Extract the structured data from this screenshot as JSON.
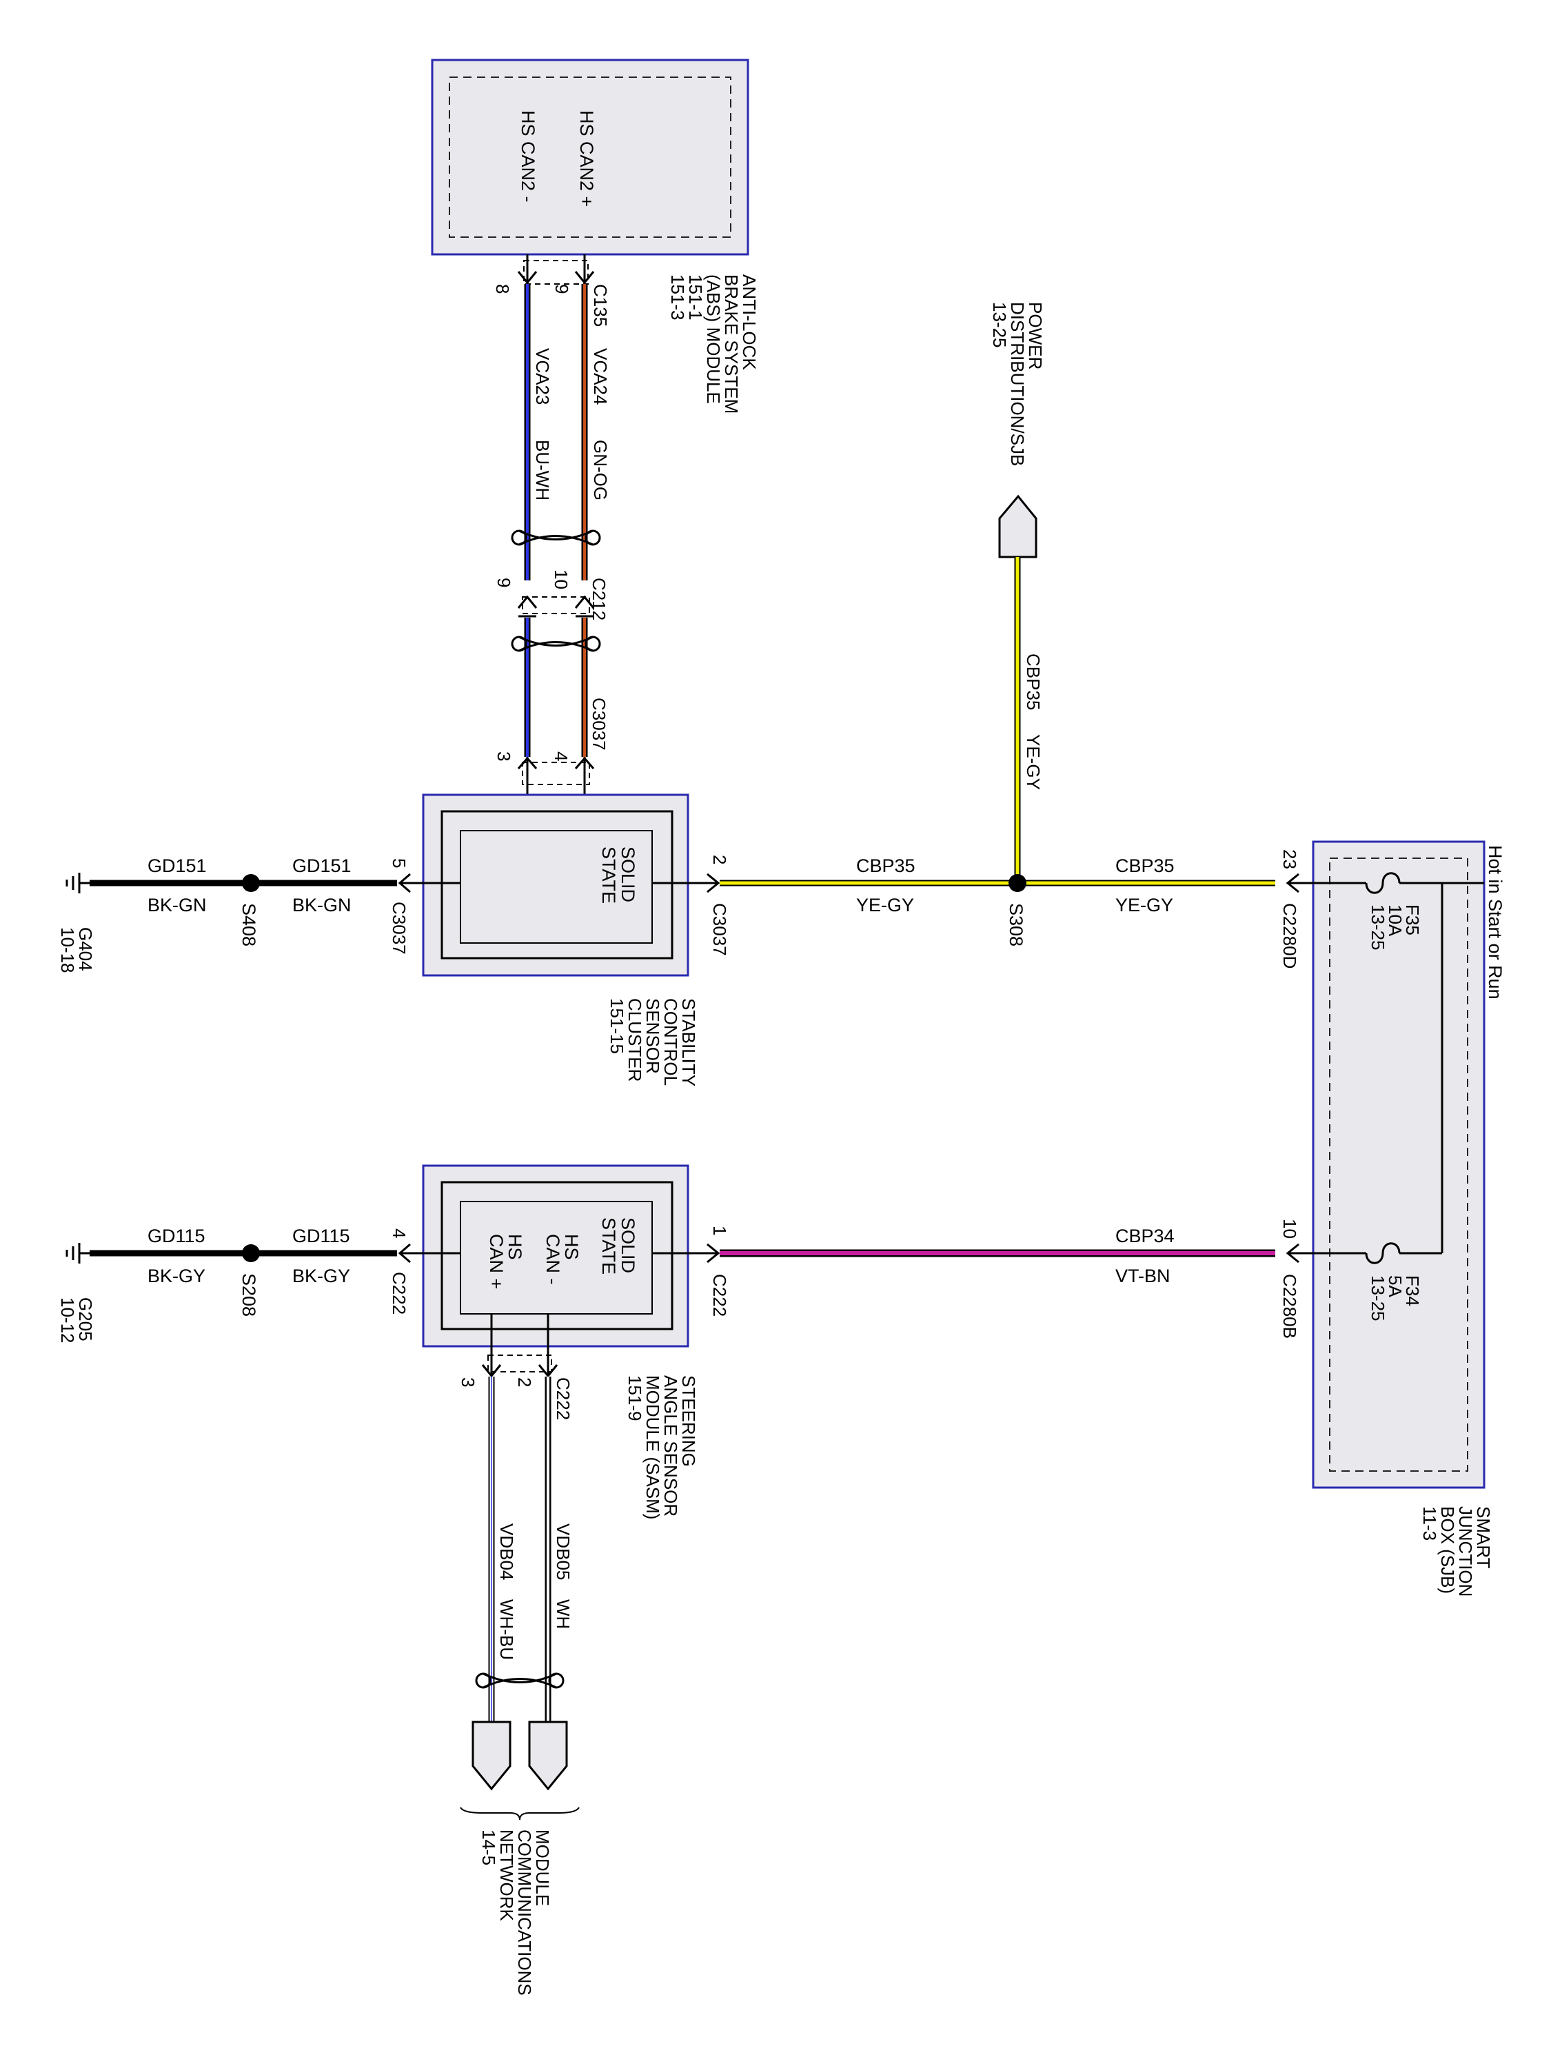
{
  "abs_module": {
    "pin_can_minus": "HS CAN2 -",
    "pin_can_plus": "HS CAN2 +",
    "connector": "C135",
    "pin8": "8",
    "pin9": "9",
    "title": [
      "ANTI-LOCK",
      "BRAKE SYSTEM",
      "(ABS) MODULE",
      "151-1",
      "151-3"
    ]
  },
  "can_wires_top": {
    "plus_circuit": "VCA24",
    "plus_color": "GN-OG",
    "minus_circuit": "VCA23",
    "minus_color": "BU-WH",
    "c212": "C212",
    "c212_pin10": "10",
    "c212_pin9": "9",
    "c3037": "C3037",
    "c3037_pin4": "4",
    "c3037_pin3": "3"
  },
  "power_distribution": {
    "title": [
      "POWER",
      "DISTRIBUTION/SJB",
      "13-25"
    ],
    "circuit": "CBP35",
    "color": "YE-GY"
  },
  "stability_cluster": {
    "inner": [
      "SOLID",
      "STATE"
    ],
    "title": [
      "STABILITY",
      "CONTROL",
      "SENSOR",
      "CLUSTER",
      "151-15"
    ],
    "right_conn": "C3037",
    "right_pin": "2",
    "left_conn": "C3037",
    "left_pin": "5"
  },
  "splice_s308": {
    "label": "S308",
    "left_circuit": "CBP35",
    "left_color": "YE-GY",
    "right_circuit": "CBP35",
    "right_color": "YE-GY"
  },
  "ground_top": {
    "circuit1": "GD151",
    "color1": "BK-GN",
    "splice": "S408",
    "circuit2": "GD151",
    "color2": "BK-GN",
    "ground": "G404",
    "ref": "10-18"
  },
  "sjb": {
    "hot_label": "Hot in Start or Run",
    "fuse1_name": "F35",
    "fuse1_rating": "10A",
    "fuse1_ref": "13-25",
    "fuse2_name": "F34",
    "fuse2_rating": "5A",
    "fuse2_ref": "13-25",
    "conn_top": "C2280D",
    "conn_top_pin": "23",
    "conn_bottom": "C2280B",
    "conn_bottom_pin": "10",
    "title": [
      "SMART",
      "JUNCTION",
      "BOX (SJB)",
      "11-3"
    ]
  },
  "sasm": {
    "inner_right": [
      "SOLID",
      "STATE"
    ],
    "inner_mid": [
      "HS",
      "CAN -"
    ],
    "inner_left": [
      "HS",
      "CAN +"
    ],
    "title": [
      "STEERING",
      "ANGLE SENSOR",
      "MODULE (SASM)",
      "151-9"
    ],
    "right_conn": "C222",
    "right_pin": "1",
    "left_conn": "C222",
    "left_pin": "4",
    "bottom_conn": "C222",
    "bottom_pin2": "2",
    "bottom_pin3": "3"
  },
  "feed_bottom": {
    "circuit": "CBP34",
    "color": "VT-BN"
  },
  "ground_bottom": {
    "circuit1": "GD115",
    "color1": "BK-GY",
    "splice": "S208",
    "circuit2": "GD115",
    "color2": "BK-GY",
    "ground": "G205",
    "ref": "10-12"
  },
  "can_wires_bottom": {
    "minus_circuit": "VDB05",
    "minus_color": "WH",
    "plus_circuit": "VDB04",
    "plus_color": "WH-BU"
  },
  "network": {
    "title": [
      "MODULE",
      "COMMUNICATIONS",
      "NETWORK",
      "14-5"
    ]
  },
  "colors": {
    "module_border": "#2a2ab0",
    "module_fill": "#e9e8ec",
    "yellow_wire": "#f2f000",
    "violet_wire": "#c81fa0",
    "orange_wire": "#c8501a",
    "blue_wire": "#2b35e0"
  }
}
